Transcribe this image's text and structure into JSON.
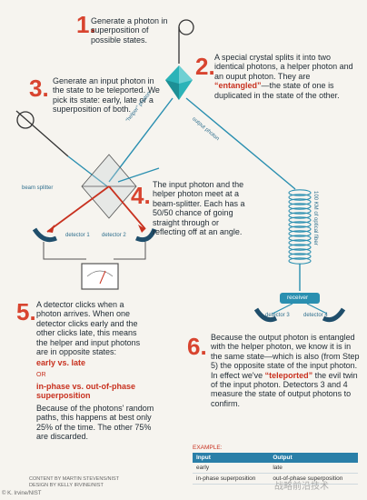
{
  "steps": {
    "s1": {
      "num": "1.",
      "text": "Generate a photon in superposition of possible states."
    },
    "s2": {
      "num": "2.",
      "text_a": "A special crystal splits it into two identical photons, a helper photon and an ouput photon. They are ",
      "entangled": "“entangled”",
      "text_b": "—the state of one is duplicated in the state of the other."
    },
    "s3": {
      "num": "3.",
      "text": "Generate an input photon in the state to be teleported. We pick its state: early, late or a superposition of both."
    },
    "s4": {
      "num": "4.",
      "text": "The input photon and the helper photon meet at a beam-splitter. Each has a 50/50 chance of going straight through or reflecting off at an angle."
    },
    "s5": {
      "num": "5.",
      "text": "A detector clicks when a photon arrives. When one detector clicks early and the other clicks late, this means the helper and input photons are in opposite states:",
      "opt1": "early vs. late",
      "or": "OR",
      "opt2": "in-phase vs. out-of-phase superposition",
      "text2": "Because of the photons' random paths, this happens at best only 25% of the time. The other 75% are discarded."
    },
    "s6": {
      "num": "6.",
      "text_a": "Because the output photon is entangled with the helper photon, we know it is in the same state—which is also (from Step 5) the opposite state of the input photon. In effect we've ",
      "teleported": "“teleported”",
      "text_b": " the evil twin of the input photon. Detectors 3 and 4 measure the state of output photons to confirm."
    }
  },
  "labels": {
    "helper_photon": "“helper” photon",
    "output_photon": "output photon",
    "beam_splitter": "beam splitter",
    "detector1": "detector 1",
    "detector2": "detector 2",
    "fiber": "100 KM of optical fiber",
    "receiver": "receiver",
    "detector3": "detector 3",
    "detector4": "detector 4"
  },
  "example": {
    "title": "EXAMPLE:",
    "headers": [
      "Input",
      "Output"
    ],
    "rows": [
      [
        "early",
        "late"
      ],
      [
        "in-phase superposition",
        "out-of-phase superposition"
      ]
    ]
  },
  "credits": {
    "line1": "CONTENT BY MARTIN STEVENS/NIST",
    "line2": "DESIGN BY KELLY IRVINE/NIST",
    "corner": "© K. Irvine/NIST",
    "watermark": "战略前沿技术"
  },
  "colors": {
    "accent": "#d8442f",
    "teal": "#2a8fb0",
    "crystal": "#2bb3b8",
    "ink": "#1f2a33"
  }
}
